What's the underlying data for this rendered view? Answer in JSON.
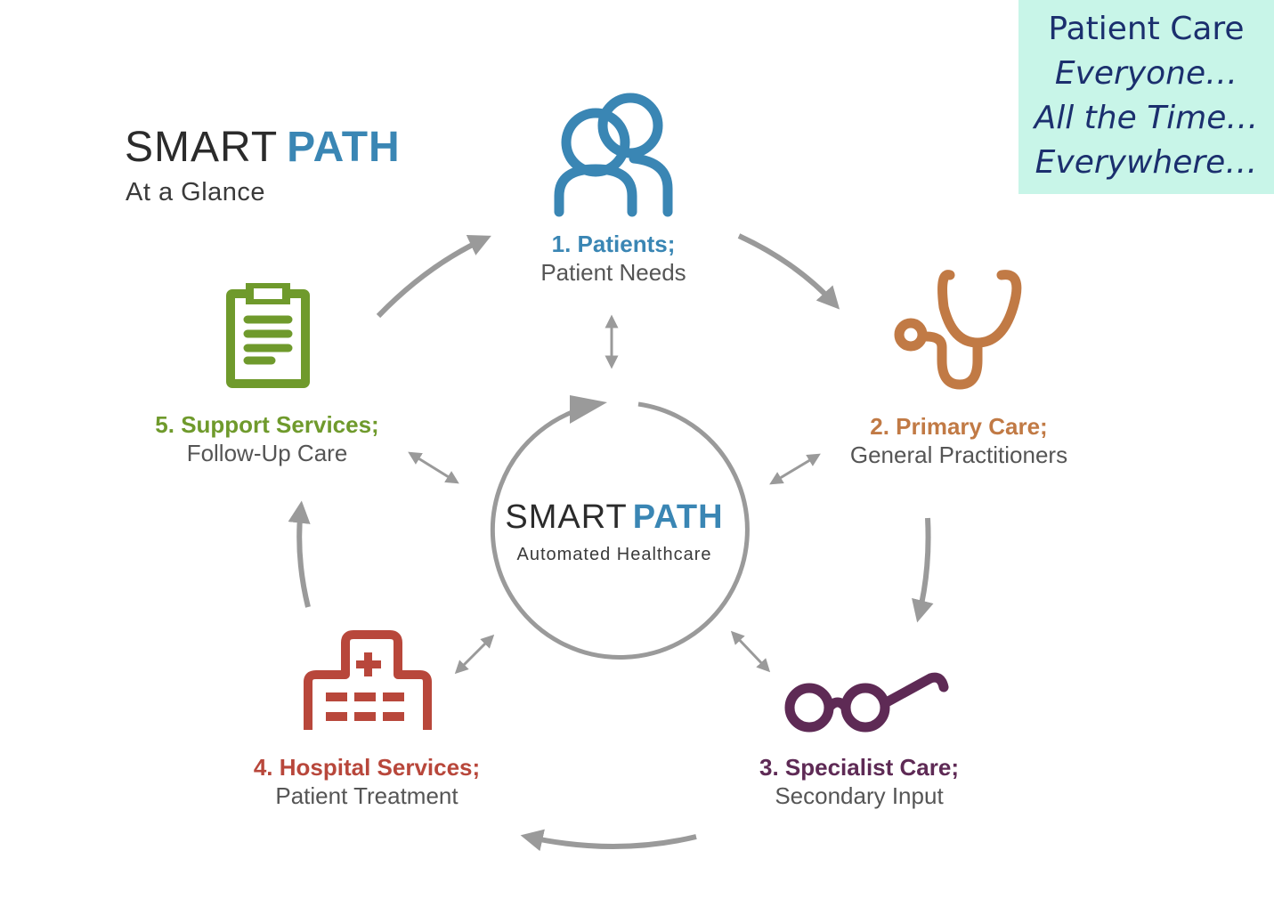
{
  "brand": {
    "word1": "SMART",
    "word2": "PATH",
    "subtitle": "At a Glance"
  },
  "note": {
    "line1": "Patient Care",
    "line2": "Everyone…",
    "line3": "All the Time…",
    "line4": "Everywhere…",
    "background": "#c8f5e8",
    "text_color": "#1b2f6e"
  },
  "center": {
    "word1": "SMART",
    "word2": "PATH",
    "subtitle": "Automated Healthcare"
  },
  "steps": [
    {
      "title": "1. Patients;",
      "subtitle": "Patient Needs",
      "color": "#3a86b4",
      "icon": "patients-icon"
    },
    {
      "title": "2. Primary Care;",
      "subtitle": "General Practitioners",
      "color": "#c17a45",
      "icon": "stethoscope-icon"
    },
    {
      "title": "3. Specialist Care;",
      "subtitle": "Secondary Input",
      "color": "#5e2a55",
      "icon": "glasses-icon"
    },
    {
      "title": "4. Hospital Services;",
      "subtitle": "Patient Treatment",
      "color": "#b8473b",
      "icon": "hospital-icon"
    },
    {
      "title": "5. Support Services;",
      "subtitle": "Follow-Up Care",
      "color": "#6f9a2c",
      "icon": "clipboard-icon"
    }
  ],
  "arrow_color": "#9a9a9a"
}
